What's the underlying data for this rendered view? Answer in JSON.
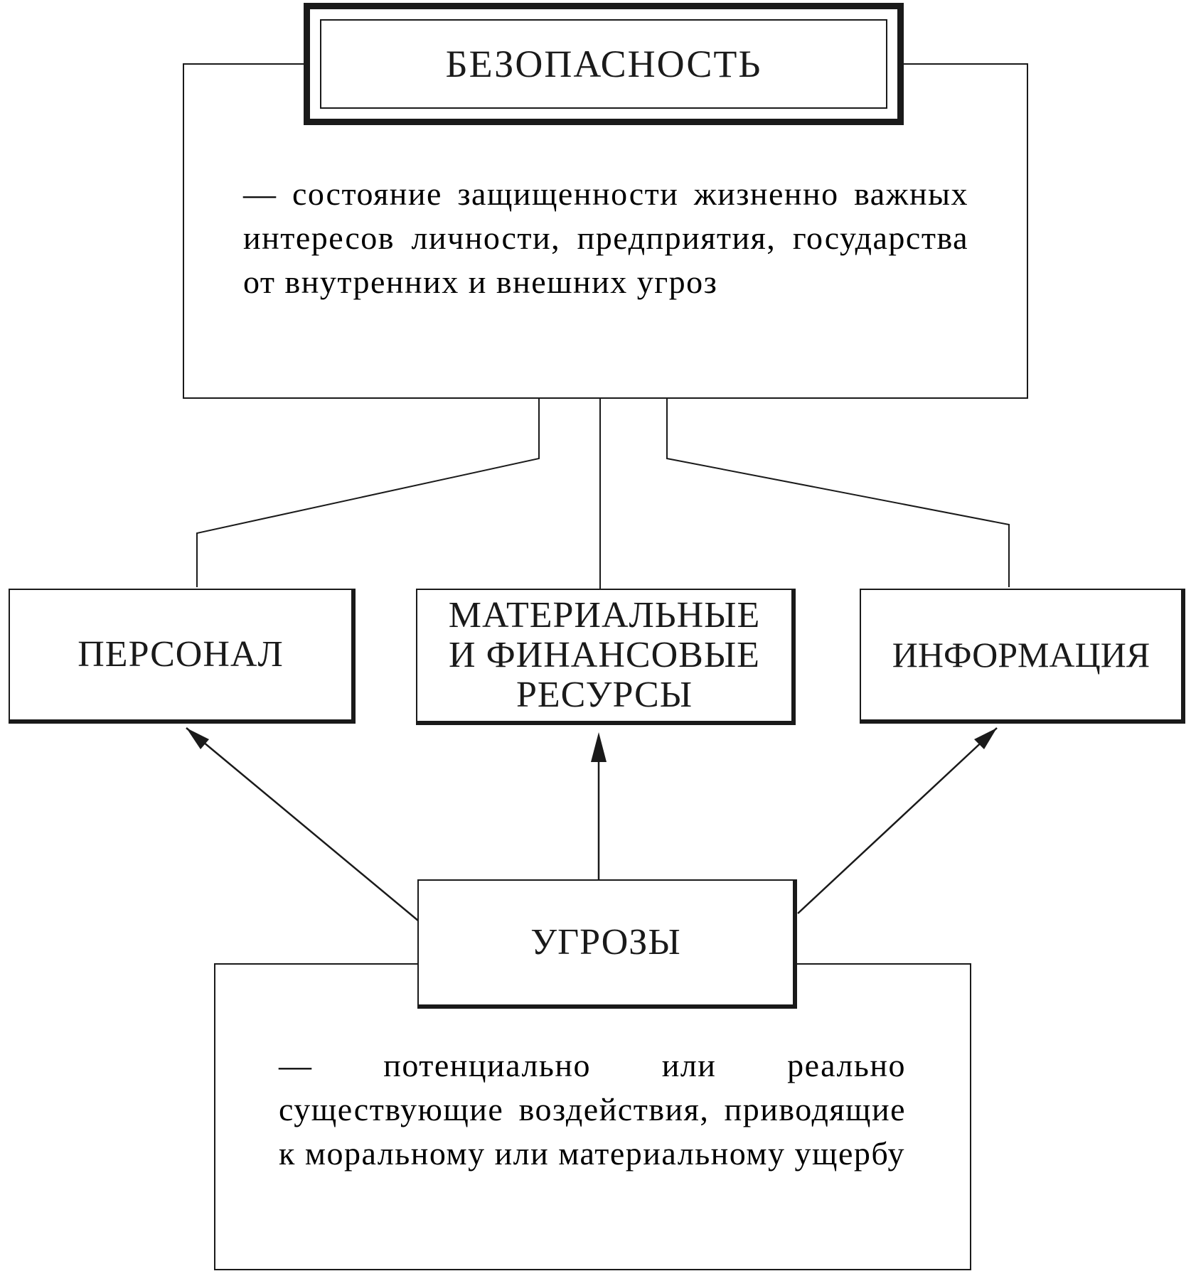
{
  "security": {
    "title": "БЕЗОПАСНОСТЬ",
    "definition": "— состояние защищенности жизненно важных интересов личности, предприятия, государства от внутренних и внешних угроз"
  },
  "objects": [
    {
      "label": "ПЕРСОНАЛ"
    },
    {
      "label": "МАТЕРИАЛЬНЫЕ И ФИНАНСОВЫЕ РЕСУРСЫ"
    },
    {
      "label": "ИНФОРМАЦИЯ"
    }
  ],
  "threats": {
    "title": "УГРОЗЫ",
    "definition": "— потенциально или реально существующие воздействия, приводящие к моральному или материальному ущербу"
  }
}
